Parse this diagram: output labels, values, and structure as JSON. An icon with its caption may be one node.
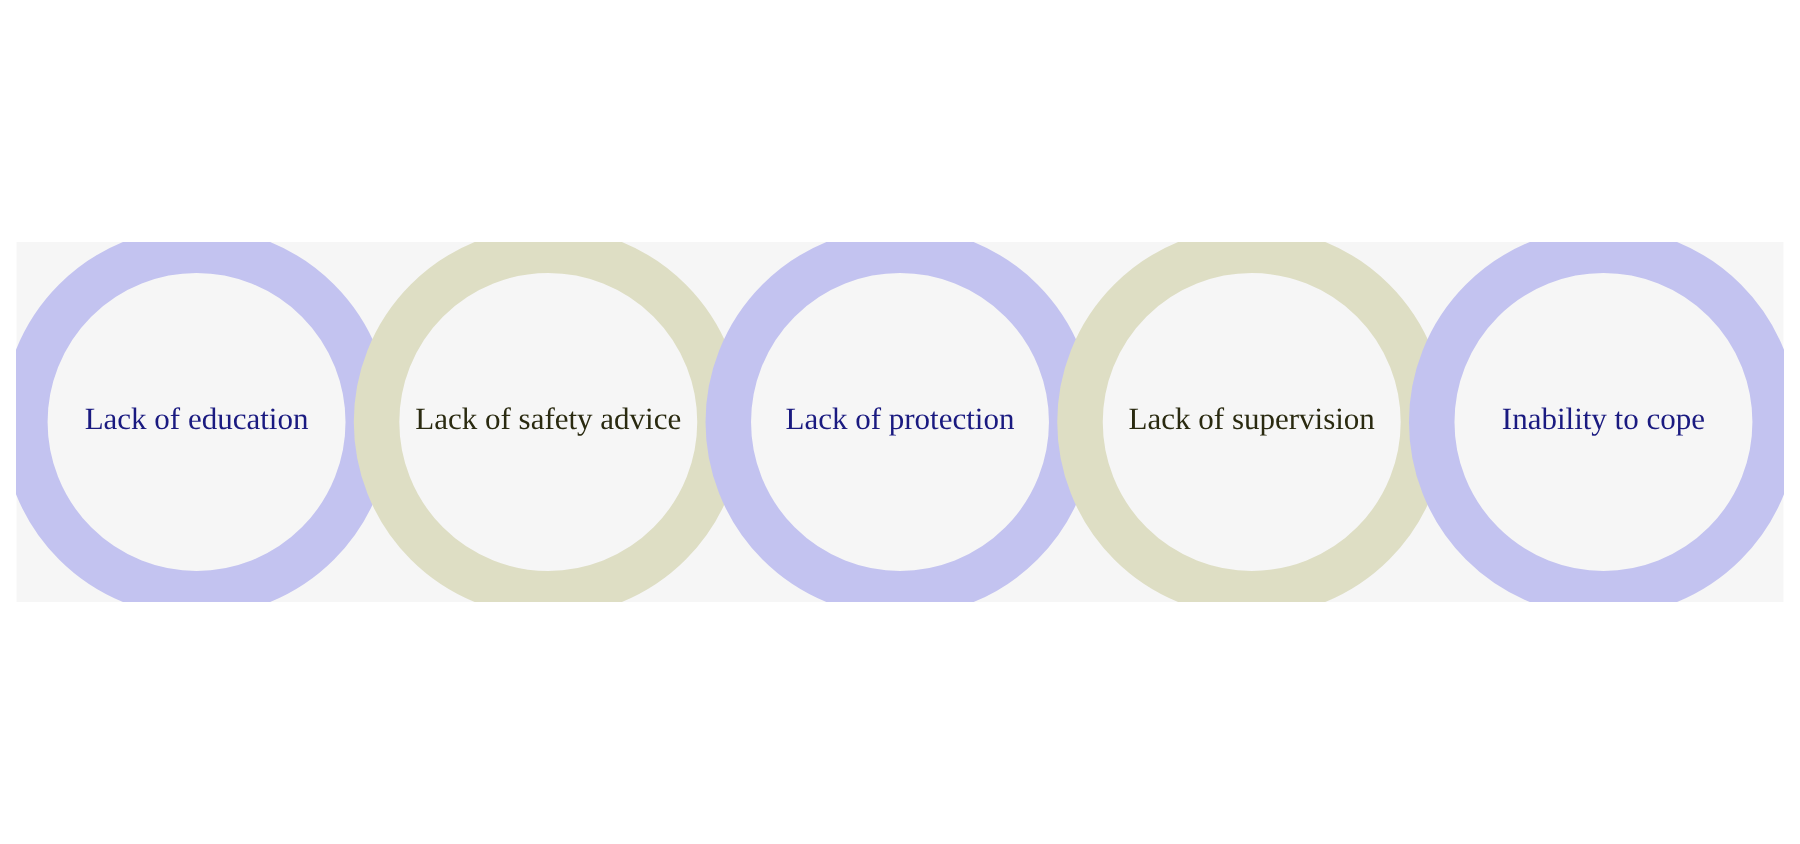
{
  "diagram": {
    "nodes": [
      {
        "text": [
          "Lack of education"
        ]
      },
      {
        "text": [
          "Lack of protection"
        ]
      },
      {
        "text": [
          "Inability to cope"
        ]
      },
      {
        "text": [
          "Lack of safety advice"
        ]
      },
      {
        "text": [
          "Lack of supervision"
        ]
      }
    ]
  }
}
